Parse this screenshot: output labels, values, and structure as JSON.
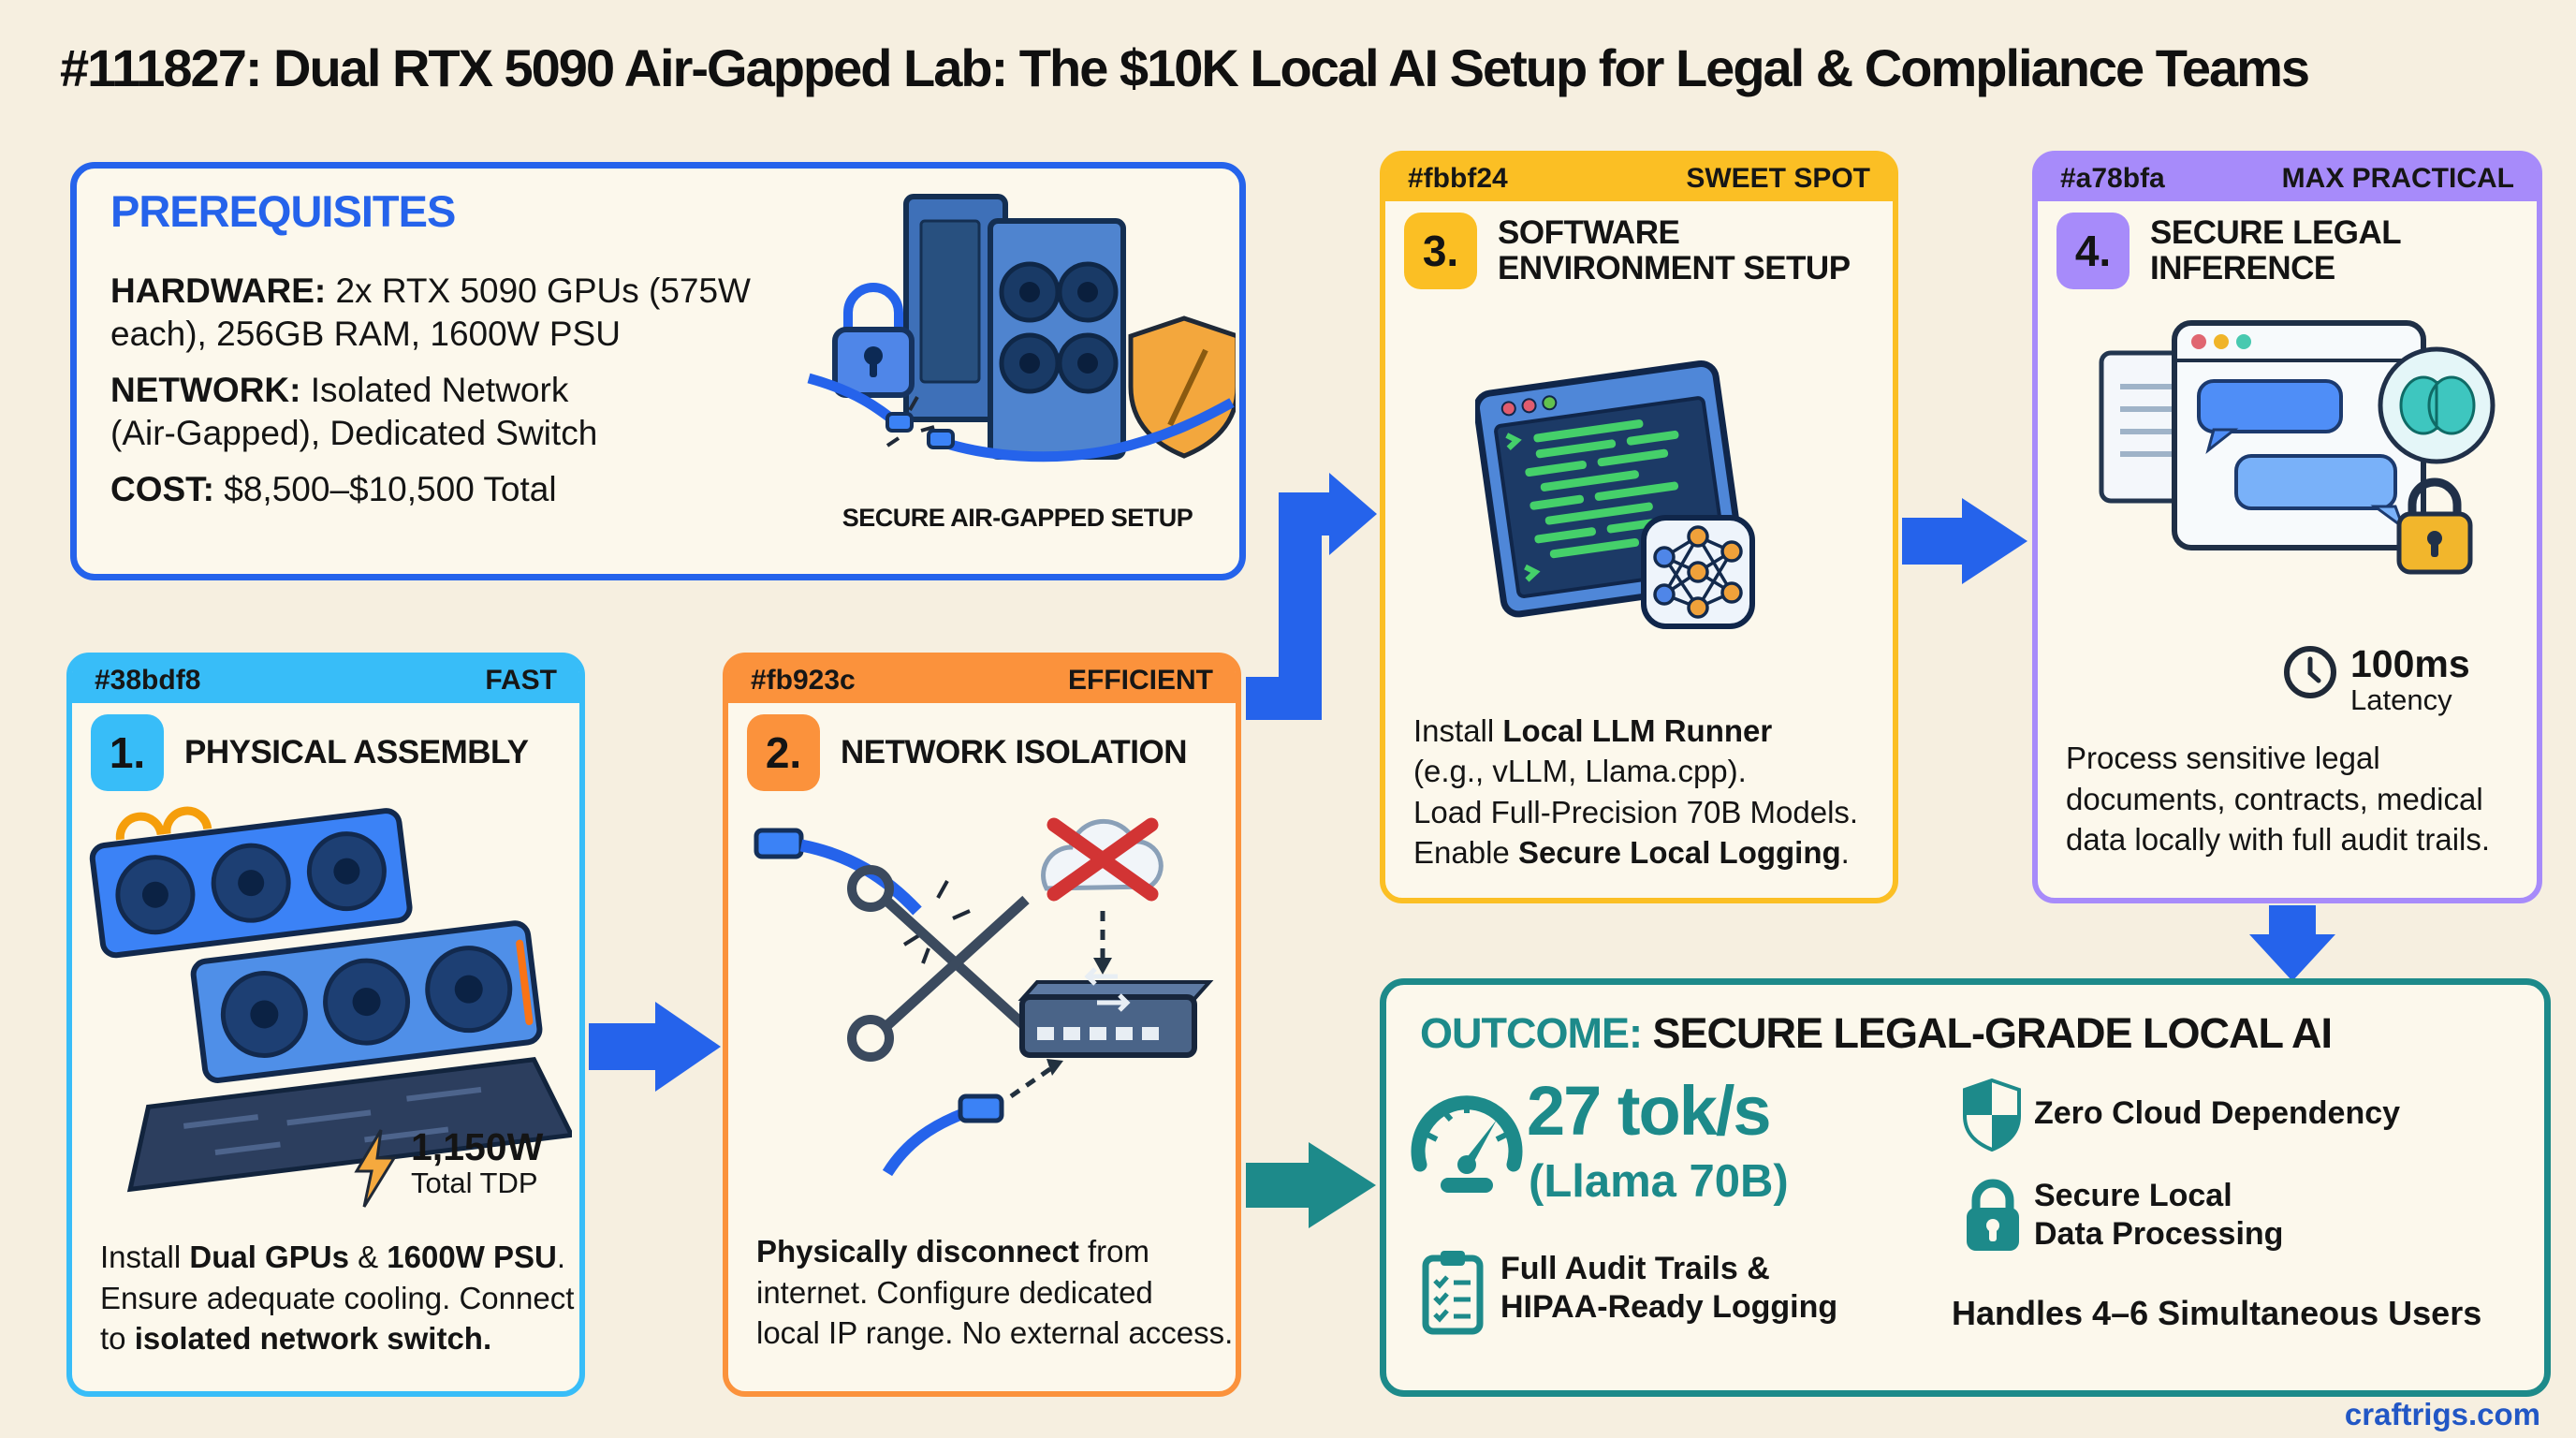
{
  "title": "#111827: Dual RTX 5090 Air-Gapped Lab: The $10K Local AI Setup for Legal & Compliance Teams",
  "watermark": "craftrigs.com",
  "colors": {
    "background": "#f6efe0",
    "card_fill": "#fcf8ec",
    "accent_blue": "#2563eb",
    "step1": "#38bdf8",
    "step2": "#fb923c",
    "step3": "#fbbf24",
    "step4": "#a78bfa",
    "teal": "#1d8a8a",
    "bolt_orange": "#f5a93e"
  },
  "prerequisites": {
    "heading": "PREREQUISITES",
    "items": [
      {
        "segments": [
          {
            "b": 1,
            "t": "HARDWARE:"
          },
          {
            "b": 0,
            "t": " 2x RTX 5090 GPUs (575W\neach), 256GB RAM, 1600W PSU"
          }
        ]
      },
      {
        "segments": [
          {
            "b": 1,
            "t": "NETWORK:"
          },
          {
            "b": 0,
            "t": " Isolated Network\n(Air-Gapped), Dedicated Switch"
          }
        ]
      },
      {
        "segments": [
          {
            "b": 1,
            "t": "COST:"
          },
          {
            "b": 0,
            "t": " $8,500–$10,500 Total"
          }
        ]
      }
    ],
    "caption": "SECURE AIR-GAPPED SETUP"
  },
  "steps": [
    {
      "hex": "#38bdf8",
      "tag": "FAST",
      "number": "1.",
      "title": "PHYSICAL ASSEMBLY",
      "metric": {
        "value": "1,150W",
        "label": "Total TDP"
      },
      "description": [
        {
          "b": 0,
          "t": "Install "
        },
        {
          "b": 1,
          "t": "Dual GPUs"
        },
        {
          "b": 0,
          "t": " & "
        },
        {
          "b": 1,
          "t": "1600W PSU"
        },
        {
          "b": 0,
          "t": ".\nEnsure adequate cooling. Connect\nto "
        },
        {
          "b": 1,
          "t": "isolated network switch."
        }
      ]
    },
    {
      "hex": "#fb923c",
      "tag": "EFFICIENT",
      "number": "2.",
      "title": "NETWORK ISOLATION",
      "description": [
        {
          "b": 1,
          "t": "Physically disconnect"
        },
        {
          "b": 0,
          "t": " from\ninternet. Configure dedicated\nlocal IP range. No external access."
        }
      ]
    },
    {
      "hex": "#fbbf24",
      "tag": "SWEET SPOT",
      "number": "3.",
      "title": "SOFTWARE\nENVIRONMENT SETUP",
      "description": [
        {
          "b": 0,
          "t": "Install "
        },
        {
          "b": 1,
          "t": "Local LLM Runner"
        },
        {
          "b": 0,
          "t": "\n(e.g., vLLM, Llama.cpp).\nLoad Full-Precision 70B Models.\nEnable "
        },
        {
          "b": 1,
          "t": "Secure Local Logging"
        },
        {
          "b": 0,
          "t": "."
        }
      ]
    },
    {
      "hex": "#a78bfa",
      "tag": "MAX PRACTICAL",
      "number": "4.",
      "title": "SECURE LEGAL\nINFERENCE",
      "metric": {
        "value": "100ms",
        "label": "Latency"
      },
      "description": [
        {
          "b": 0,
          "t": "Process sensitive legal\ndocuments, contracts, medical\ndata locally with full audit trails."
        }
      ]
    }
  ],
  "outcome": {
    "heading_label": "OUTCOME:",
    "heading_text": " SECURE LEGAL-GRADE LOCAL AI",
    "throughput_value": "27 tok/s",
    "throughput_sub": "(Llama 70B)",
    "audit_text": "Full Audit Trails &\nHIPAA-Ready Logging",
    "cloud_text": "Zero Cloud Dependency",
    "secure_text": "Secure Local\nData Processing",
    "users_text": "Handles 4–6 Simultaneous Users"
  }
}
